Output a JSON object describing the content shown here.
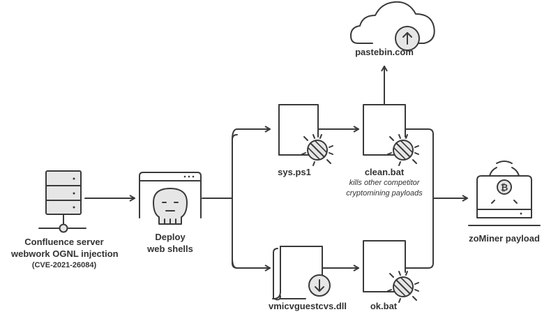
{
  "nodes": {
    "server": {
      "title_line1": "Confluence server",
      "title_line2": "webwork OGNL injection",
      "subtitle": "(CVE-2021-26084)"
    },
    "webshells": {
      "title_line1": "Deploy",
      "title_line2": "web shells"
    },
    "cloud": {
      "title": "pastebin.com"
    },
    "sys": {
      "title": "sys.ps1"
    },
    "clean": {
      "title": "clean.bat",
      "note_line1": "kills other competitor",
      "note_line2": "cryptomining payloads"
    },
    "vmic": {
      "title": "vmicvguestcvs.dll"
    },
    "ok": {
      "title": "ok.bat"
    },
    "zominer": {
      "title": "zoMiner payload"
    }
  },
  "colors": {
    "stroke": "#3a3a3a",
    "fill_light": "#e6e6e6",
    "background": "#ffffff"
  },
  "icons": [
    "server-icon",
    "skull-browser-icon",
    "cloud-upload-icon",
    "file-bug-icon",
    "file-download-icon",
    "crypto-monitor-icon"
  ]
}
